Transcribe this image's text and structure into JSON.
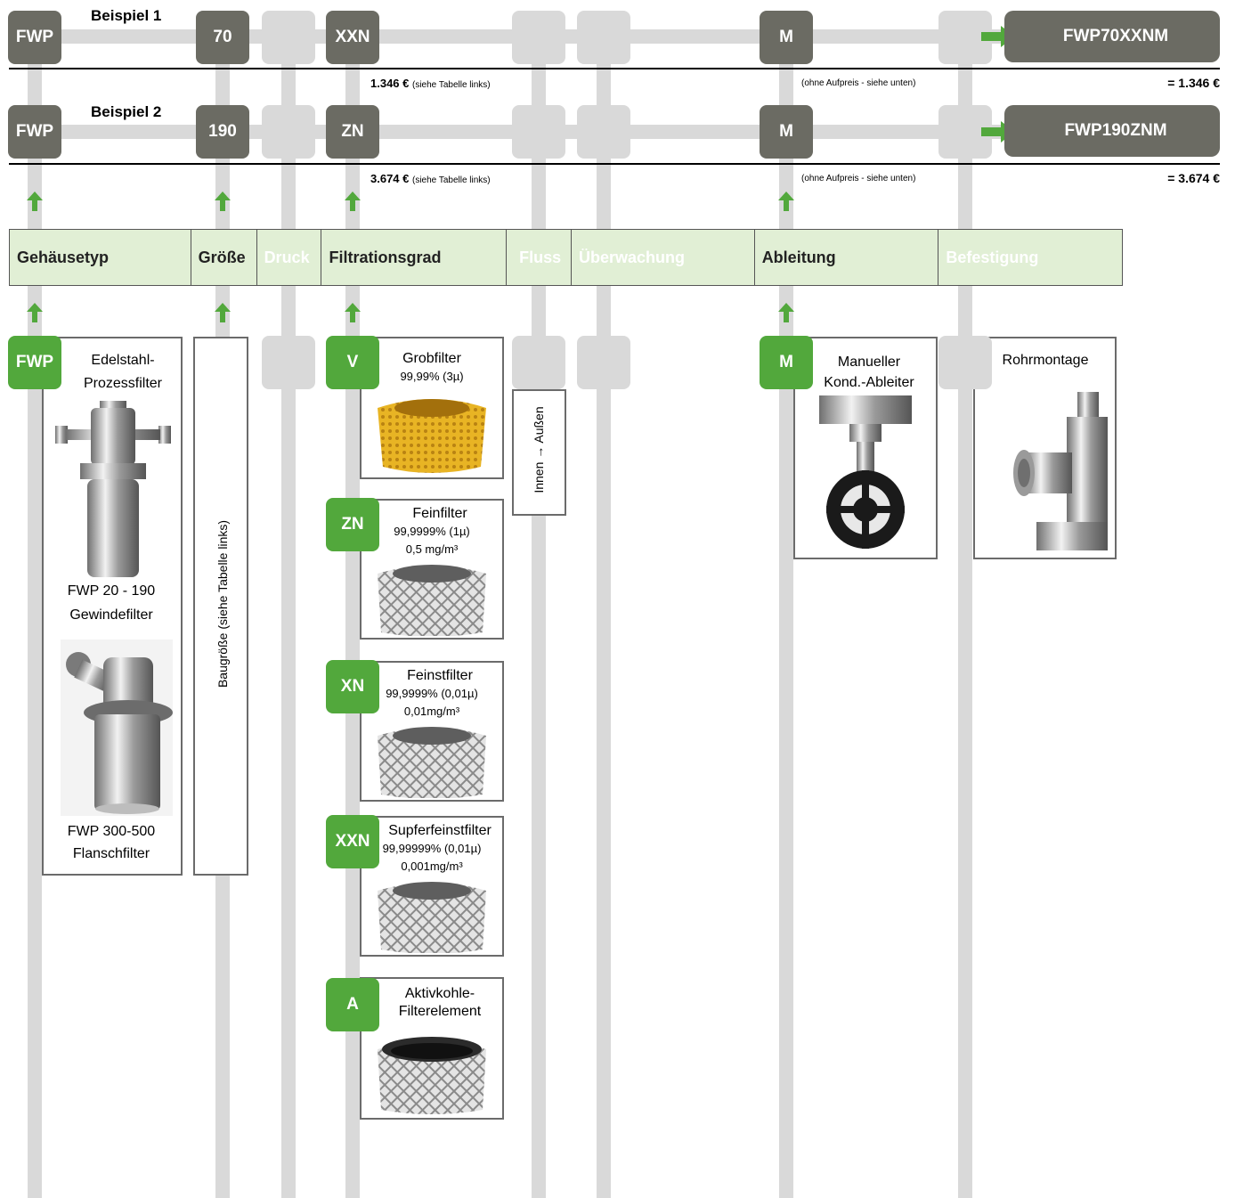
{
  "examples": [
    {
      "title": "Beispiel 1",
      "codes": [
        "FWP",
        "70",
        "XXN",
        "M"
      ],
      "result": "FWP70XXNM",
      "price": "1.346 €",
      "price_note": "(siehe Tabelle links)",
      "extra_note": "(ohne Aufpreis - siehe unten)",
      "total": "= 1.346 €"
    },
    {
      "title": "Beispiel 2",
      "codes": [
        "FWP",
        "190",
        "ZN",
        "M"
      ],
      "result": "FWP190ZNM",
      "price": "3.674 €",
      "price_note": "(siehe Tabelle links)",
      "extra_note": "(ohne Aufpreis - siehe unten)",
      "total": "= 3.674 €"
    }
  ],
  "headers": [
    {
      "label": "Gehäusetyp",
      "active": true
    },
    {
      "label": "Größe",
      "active": true
    },
    {
      "label": "Druck",
      "active": false
    },
    {
      "label": "Filtrationsgrad",
      "active": true
    },
    {
      "label": "Fluss",
      "active": false
    },
    {
      "label": "Überwachung",
      "active": false
    },
    {
      "label": "Ableitung",
      "active": true
    },
    {
      "label": "Befestigung",
      "active": false
    }
  ],
  "housing": {
    "code": "FWP",
    "title_line1": "Edelstahl-",
    "title_line2": "Prozessfilter",
    "variant1_line1": "FWP 20 - 190",
    "variant1_line2": "Gewindefilter",
    "variant2_line1": "FWP 300-500",
    "variant2_line2": "Flanschfilter"
  },
  "size_label": "Baugröße (siehe Tabelle links)",
  "flow_label": "Innen → Außen",
  "filters": [
    {
      "code": "V",
      "name": "Grobfilter",
      "spec1": "99,99% (3µ)",
      "spec2": "",
      "color": "#e8b424"
    },
    {
      "code": "ZN",
      "name": "Feinfilter",
      "spec1": "99,9999% (1µ)",
      "spec2": "0,5 mg/m³",
      "color": "#cfcfcf"
    },
    {
      "code": "XN",
      "name": "Feinstfilter",
      "spec1": "99,9999% (0,01µ)",
      "spec2": "0,01mg/m³",
      "color": "#cfcfcf"
    },
    {
      "code": "XXN",
      "name": "Supferfeinstfilter",
      "spec1": "99,99999% (0,01µ)",
      "spec2": "0,001mg/m³",
      "color": "#cfcfcf"
    },
    {
      "code": "A",
      "name_line1": "Aktivkohle-",
      "name_line2": "Filterelement",
      "color": "#bdbdbd"
    }
  ],
  "drain": {
    "code": "M",
    "line1": "Manueller",
    "line2": "Kond.-Ableiter"
  },
  "mount": {
    "label": "Rohrmontage"
  },
  "colors": {
    "green": "#52a83c",
    "dark": "#6b6b63",
    "light_grey": "#d9d9d9",
    "header_bg": "#e1efd5"
  }
}
